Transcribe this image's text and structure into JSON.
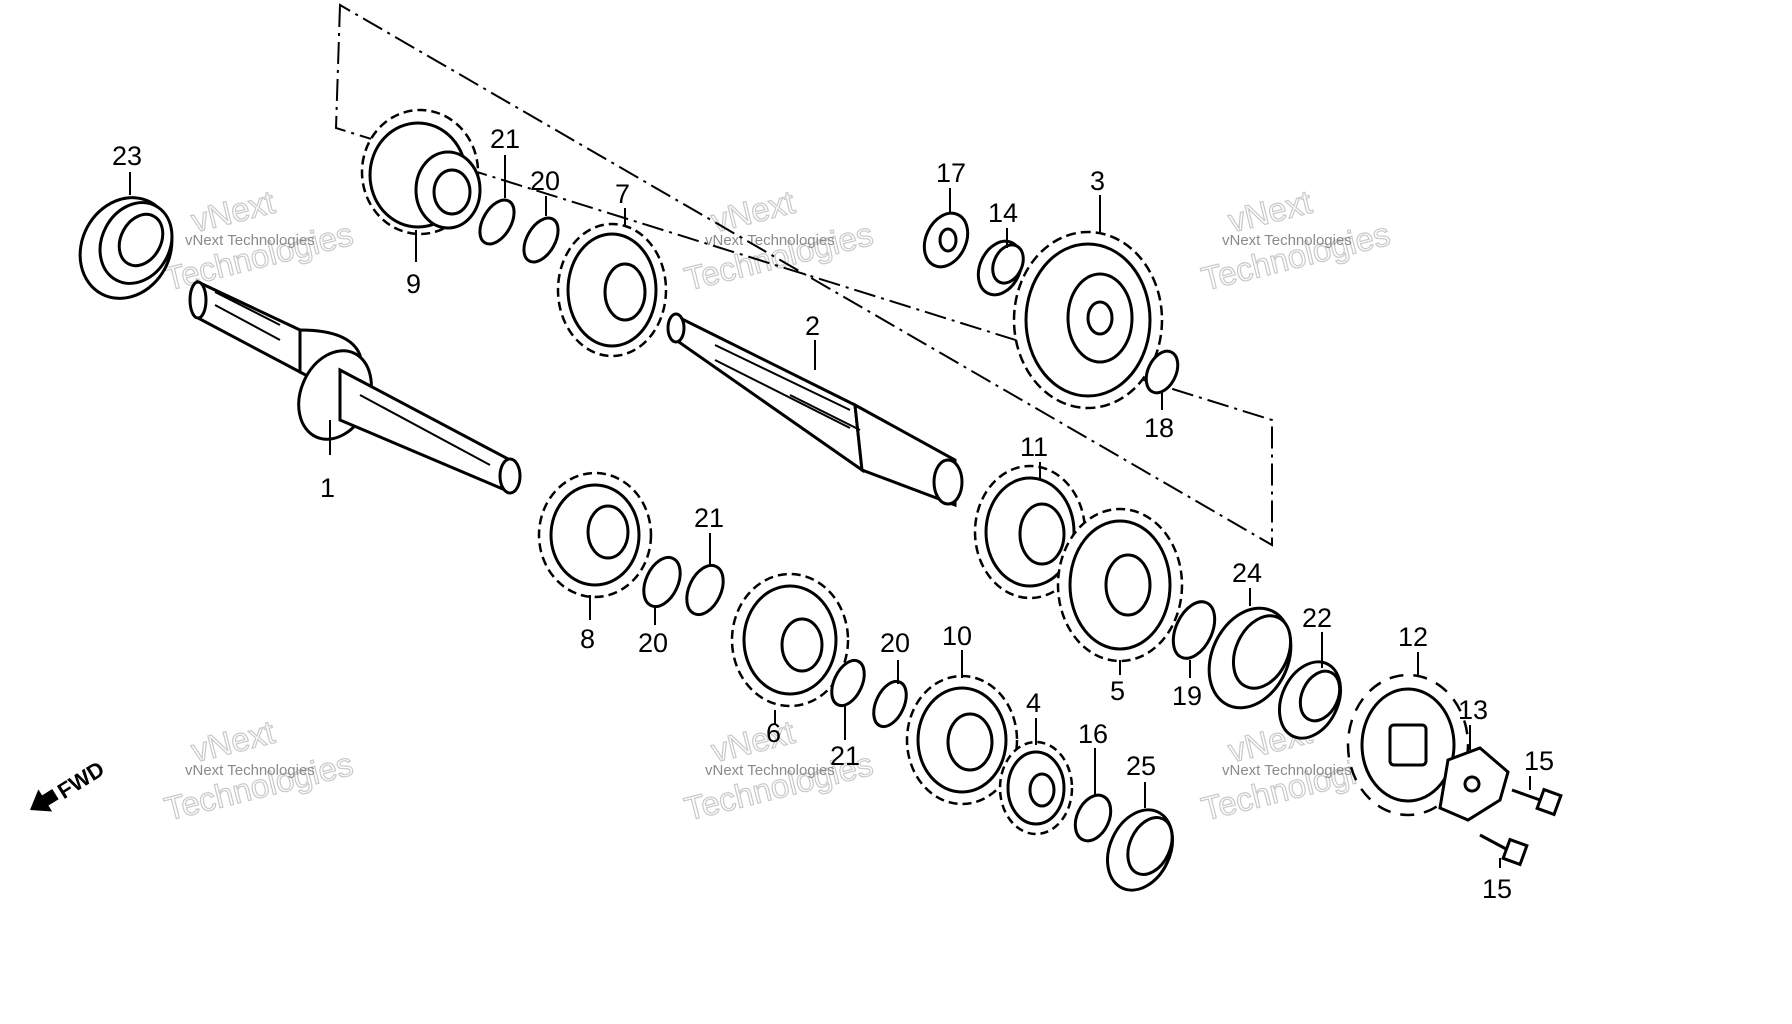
{
  "callouts": [
    {
      "id": "1",
      "label": "1"
    },
    {
      "id": "2",
      "label": "2"
    },
    {
      "id": "3",
      "label": "3"
    },
    {
      "id": "4",
      "label": "4"
    },
    {
      "id": "5",
      "label": "5"
    },
    {
      "id": "6",
      "label": "6"
    },
    {
      "id": "7",
      "label": "7"
    },
    {
      "id": "8",
      "label": "8"
    },
    {
      "id": "9",
      "label": "9"
    },
    {
      "id": "10",
      "label": "10"
    },
    {
      "id": "11",
      "label": "11"
    },
    {
      "id": "12",
      "label": "12"
    },
    {
      "id": "13",
      "label": "13"
    },
    {
      "id": "14",
      "label": "14"
    },
    {
      "id": "15a",
      "label": "15"
    },
    {
      "id": "15b",
      "label": "15"
    },
    {
      "id": "16",
      "label": "16"
    },
    {
      "id": "17",
      "label": "17"
    },
    {
      "id": "18",
      "label": "18"
    },
    {
      "id": "19",
      "label": "19"
    },
    {
      "id": "20a",
      "label": "20"
    },
    {
      "id": "20b",
      "label": "20"
    },
    {
      "id": "20c",
      "label": "20"
    },
    {
      "id": "21a",
      "label": "21"
    },
    {
      "id": "21b",
      "label": "21"
    },
    {
      "id": "21c",
      "label": "21"
    },
    {
      "id": "22",
      "label": "22"
    },
    {
      "id": "23",
      "label": "23"
    },
    {
      "id": "24",
      "label": "24"
    },
    {
      "id": "25",
      "label": "25"
    }
  ],
  "direction": {
    "label": "FWD",
    "icon": "arrow-left-down-icon"
  },
  "watermark": {
    "line_small": "vNext Technologies",
    "line_big_1": "vNext",
    "line_big_2": "Technologies"
  },
  "colors": {
    "ink": "#000000",
    "watermark": "#c9c9c9",
    "background": "#ffffff"
  }
}
